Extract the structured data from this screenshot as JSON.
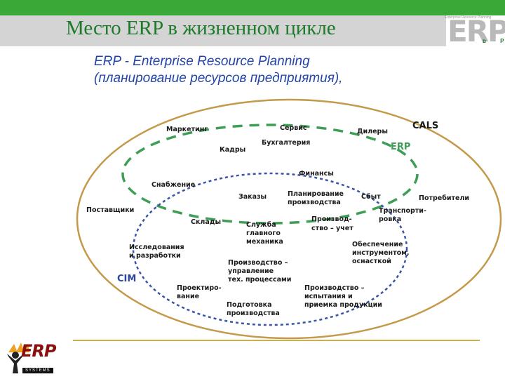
{
  "header": {
    "title": "Место ERP в жизненном цикле",
    "logo_text": "ERP",
    "logo_small": "Enterprise Resource Planning",
    "logo_sub": "в Р"
  },
  "subtitle": {
    "line1": "ERP - Enterprise Resource Planning",
    "line2": "(планирование ресурсов предприятия),"
  },
  "diagram": {
    "labels": {
      "cals": "CALS",
      "erp": "ERP",
      "cim": "CIM",
      "marketing": "Маркетинг",
      "service": "Сервис",
      "dealers": "Дилеры",
      "accounting": "Бухгалтерия",
      "personnel": "Кадры",
      "finance": "Финансы",
      "supply": "Снабжение",
      "orders": "Заказы",
      "planning1": "Планирование",
      "planning2": "производства",
      "sales": "Сбыт",
      "consumers": "Потребители",
      "suppliers": "Поставщики",
      "transport1": "Транспорти-",
      "transport2": "ровка",
      "warehouses": "Склады",
      "mech1": "Служба",
      "mech2": "главного",
      "mech3": "механика",
      "prodacc1": "Производ-",
      "prodacc2": "ство – учет",
      "rnd1": "Исследования",
      "rnd2": "и разработки",
      "tooling1": "Обеспечение",
      "tooling2": "инструментом,",
      "tooling3": "оснасткой",
      "prodmgmt1": "Производство –",
      "prodmgmt2": "управление",
      "prodmgmt3": "тех. процессами",
      "design1": "Проектиро-",
      "design2": "вание",
      "prodtest1": "Производство –",
      "prodtest2": "испытания и",
      "prodtest3": "приемка продукции",
      "prep1": "Подготовка",
      "prep2": "производства"
    }
  },
  "footer": {
    "logo_text": "ERP",
    "logo_sub": "SYSTEMS"
  },
  "colors": {
    "outer_ellipse": "#c49a4a",
    "erp_dash": "#3f9e55",
    "cim_dash": "#3b54a8"
  }
}
